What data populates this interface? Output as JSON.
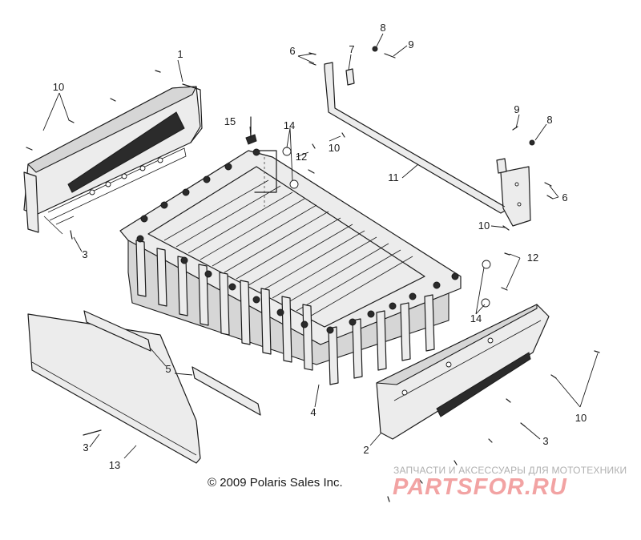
{
  "diagram": {
    "callouts": [
      {
        "id": "c1",
        "label": "1"
      },
      {
        "id": "c2",
        "label": "2"
      },
      {
        "id": "c3a",
        "label": "3"
      },
      {
        "id": "c3b",
        "label": "3"
      },
      {
        "id": "c3c",
        "label": "3"
      },
      {
        "id": "c4",
        "label": "4"
      },
      {
        "id": "c5",
        "label": "5"
      },
      {
        "id": "c6a",
        "label": "6"
      },
      {
        "id": "c6b",
        "label": "6"
      },
      {
        "id": "c7",
        "label": "7"
      },
      {
        "id": "c8a",
        "label": "8"
      },
      {
        "id": "c8b",
        "label": "8"
      },
      {
        "id": "c9a",
        "label": "9"
      },
      {
        "id": "c9b",
        "label": "9"
      },
      {
        "id": "c10a",
        "label": "10"
      },
      {
        "id": "c10b",
        "label": "10"
      },
      {
        "id": "c10c",
        "label": "10"
      },
      {
        "id": "c10d",
        "label": "10"
      },
      {
        "id": "c11",
        "label": "11"
      },
      {
        "id": "c12a",
        "label": "12"
      },
      {
        "id": "c12b",
        "label": "12"
      },
      {
        "id": "c13",
        "label": "13"
      },
      {
        "id": "c14a",
        "label": "14"
      },
      {
        "id": "c14b",
        "label": "14"
      },
      {
        "id": "c15",
        "label": "15"
      }
    ],
    "copyright": "© 2009 Polaris Sales Inc."
  },
  "watermark": {
    "tagline": "ЗАПЧАСТИ И АКСЕССУАРЫ ДЛЯ МОТОТЕХНИКИ",
    "logo": "PARTSFOR.RU"
  }
}
